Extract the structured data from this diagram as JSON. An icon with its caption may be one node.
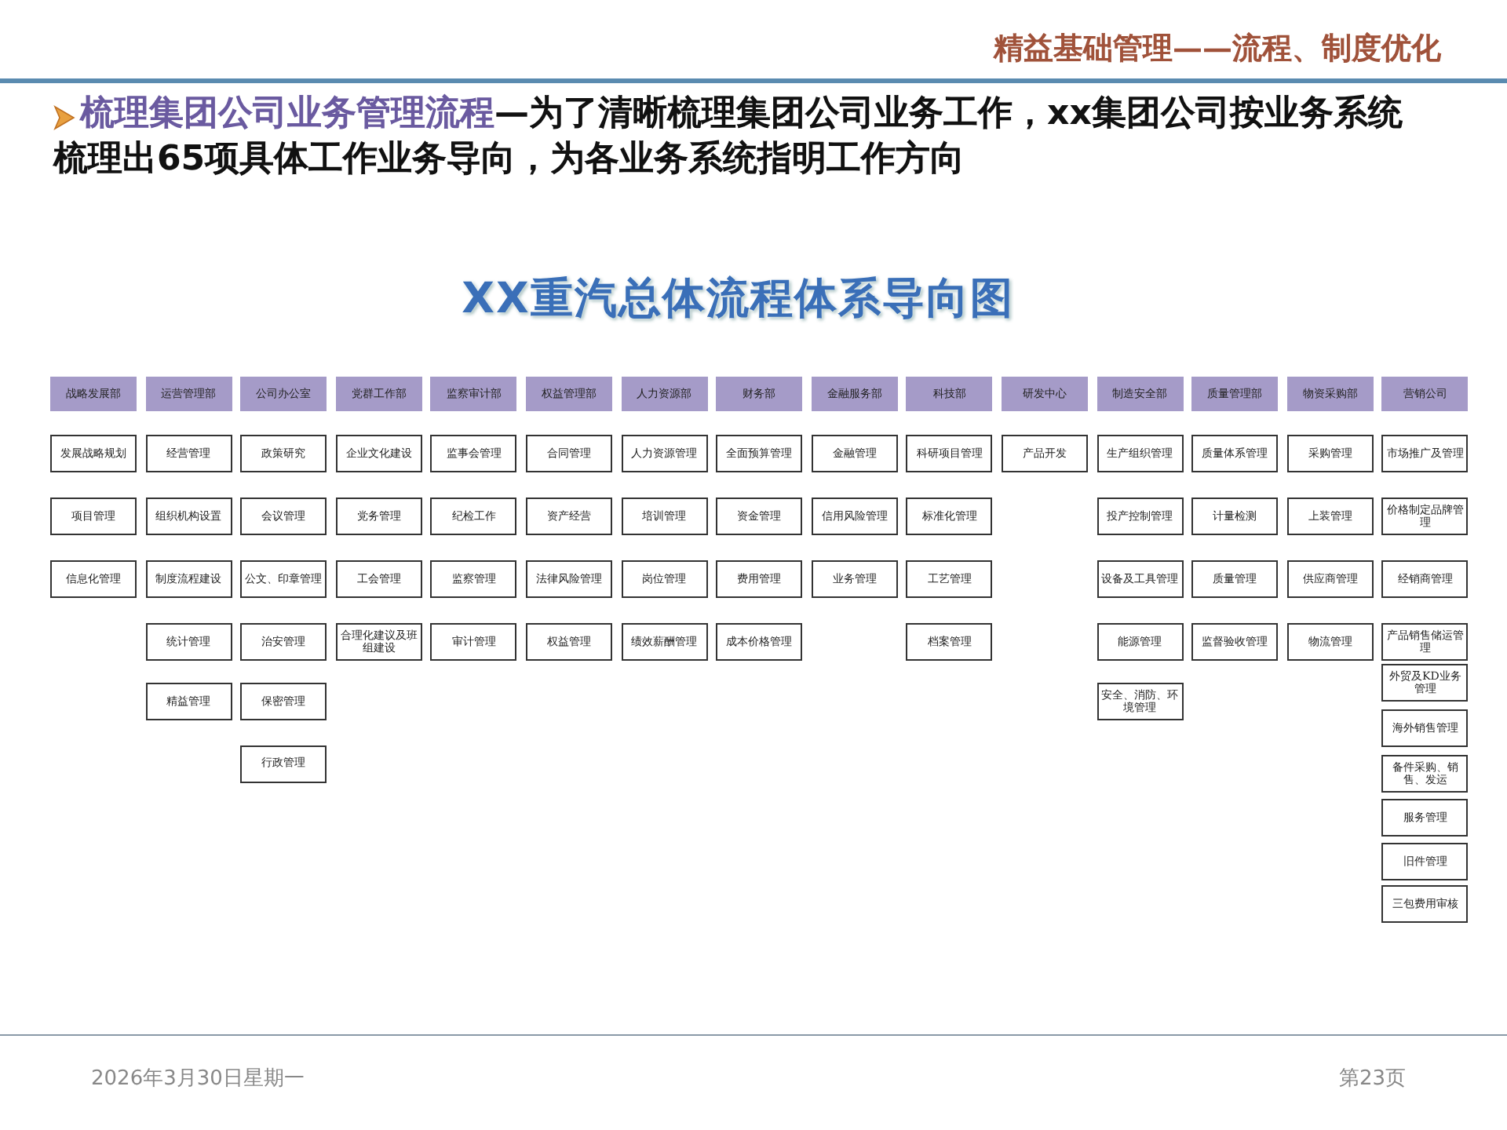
{
  "diagram": {
    "title": "XX重汽总体流程体系导向图",
    "nodes": [
      {
        "text": [
          "战略发展部"
        ]
      },
      {
        "text": [
          "发展战略规划"
        ]
      },
      {
        "text": [
          "项目管理"
        ]
      },
      {
        "text": [
          "信息化管理"
        ]
      },
      {
        "text": [
          "运营管理部"
        ]
      },
      {
        "text": [
          "经营管理"
        ]
      },
      {
        "text": [
          "组织机构设置"
        ]
      },
      {
        "text": [
          "制度流程建设"
        ]
      },
      {
        "text": [
          "统计管理"
        ]
      },
      {
        "text": [
          "精益管理"
        ]
      },
      {
        "text": [
          "公司办公室"
        ]
      },
      {
        "text": [
          "政策研究"
        ]
      },
      {
        "text": [
          "会议管理"
        ]
      },
      {
        "text": [
          "公文、印章管理"
        ]
      },
      {
        "text": [
          "治安管理"
        ]
      },
      {
        "text": [
          "保密管理"
        ]
      },
      {
        "text": [
          "行政管理"
        ]
      },
      {
        "text": [
          "党群工作部"
        ]
      },
      {
        "text": [
          "企业文化建设"
        ]
      },
      {
        "text": [
          "党务管理"
        ]
      },
      {
        "text": [
          "工会管理"
        ]
      },
      {
        "text": [
          "合理化建议及班组建设"
        ]
      },
      {
        "text": [
          "监察审计部"
        ]
      },
      {
        "text": [
          "监事会管理"
        ]
      },
      {
        "text": [
          "纪检工作"
        ]
      },
      {
        "text": [
          "监察管理"
        ]
      },
      {
        "text": [
          "审计管理"
        ]
      },
      {
        "text": [
          "权益管理部"
        ]
      },
      {
        "text": [
          "合同管理"
        ]
      },
      {
        "text": [
          "资产经营"
        ]
      },
      {
        "text": [
          "法律风险管理"
        ]
      },
      {
        "text": [
          "权益管理"
        ]
      },
      {
        "text": [
          "人力资源部"
        ]
      },
      {
        "text": [
          "人力资源管理"
        ]
      },
      {
        "text": [
          "培训管理"
        ]
      },
      {
        "text": [
          "岗位管理"
        ]
      },
      {
        "text": [
          "绩效薪酬管理"
        ]
      },
      {
        "text": [
          "财务部"
        ]
      },
      {
        "text": [
          "全面预算管理"
        ]
      },
      {
        "text": [
          "资金管理"
        ]
      },
      {
        "text": [
          "费用管理"
        ]
      },
      {
        "text": [
          "成本价格管理"
        ]
      },
      {
        "text": [
          "金融服务部"
        ]
      },
      {
        "text": [
          "金融管理"
        ]
      },
      {
        "text": [
          "信用风险管理"
        ]
      },
      {
        "text": [
          "业务管理"
        ]
      },
      {
        "text": [
          "科技部"
        ]
      },
      {
        "text": [
          "科研项目管理"
        ]
      },
      {
        "text": [
          "标准化管理"
        ]
      },
      {
        "text": [
          "工艺管理"
        ]
      },
      {
        "text": [
          "档案管理"
        ]
      },
      {
        "text": [
          "研发中心"
        ]
      },
      {
        "text": [
          "产品开发"
        ]
      },
      {
        "text": [
          "制造安全部"
        ]
      },
      {
        "text": [
          "生产组织管理"
        ]
      },
      {
        "text": [
          "投产控制管理"
        ]
      },
      {
        "text": [
          "设备及工具管理"
        ]
      },
      {
        "text": [
          "能源管理"
        ]
      },
      {
        "text": [
          "安全、消防、环境管理"
        ]
      },
      {
        "text": [
          "质量管理部"
        ]
      },
      {
        "text": [
          "质量体系管理"
        ]
      },
      {
        "text": [
          "计量检测"
        ]
      },
      {
        "text": [
          "质量管理"
        ]
      },
      {
        "text": [
          "监督验收管理"
        ]
      },
      {
        "text": [
          "物资采购部"
        ]
      },
      {
        "text": [
          "采购管理"
        ]
      },
      {
        "text": [
          "上装管理"
        ]
      },
      {
        "text": [
          "供应商管理"
        ]
      },
      {
        "text": [
          "物流管理"
        ]
      },
      {
        "text": [
          "营销公司"
        ]
      },
      {
        "text": [
          "市场推广及管理"
        ]
      },
      {
        "text": [
          "价格制定品牌管理"
        ]
      },
      {
        "text": [
          "经销商管理"
        ]
      },
      {
        "text": [
          "产品销售储运管理"
        ]
      },
      {
        "text": [
          "外贸及KD业务管理"
        ]
      },
      {
        "text": [
          "海外销售管理"
        ]
      },
      {
        "text": [
          "备件采购、销售、发运"
        ]
      },
      {
        "text": [
          "服务管理"
        ]
      },
      {
        "text": [
          "旧件管理"
        ]
      },
      {
        "text": [
          "三包费用审核"
        ]
      }
    ],
    "labels": [
      "精益基础管理——流程、制度优化",
      "梳理集团公司业务管理流程",
      "—为了清晰梳理集团公司业务工作，xx集团公司按业务系统梳理出65项具体工作业务导向，为各业务系统指明工作方向",
      "2026年3月30日星期一",
      "第23页"
    ]
  }
}
